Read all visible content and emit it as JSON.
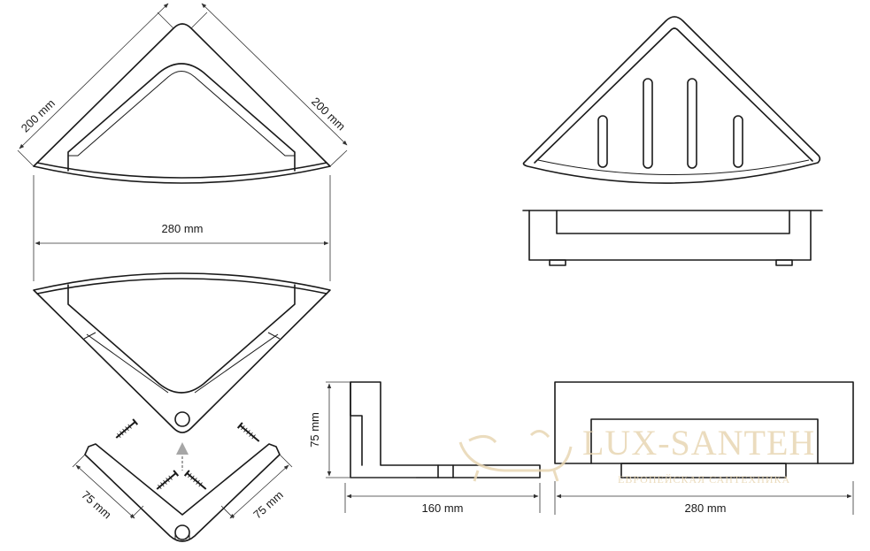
{
  "dimensions": {
    "left_side_a": "200 mm",
    "left_side_b": "200 mm",
    "width_top_view": "280 mm",
    "mount_arm_a": "75 mm",
    "mount_arm_b": "75 mm",
    "profile_height": "75 mm",
    "profile_depth": "160 mm",
    "front_width": "280 mm"
  },
  "watermark": {
    "brand": "LUX-SANTEH",
    "tagline": "ЕВРОПЕЙСКАЯ САНТЕХНИКА"
  },
  "colors": {
    "line": "#1a1a1a",
    "arrow": "#a6a6a6",
    "watermark": "#e8d6b3"
  }
}
